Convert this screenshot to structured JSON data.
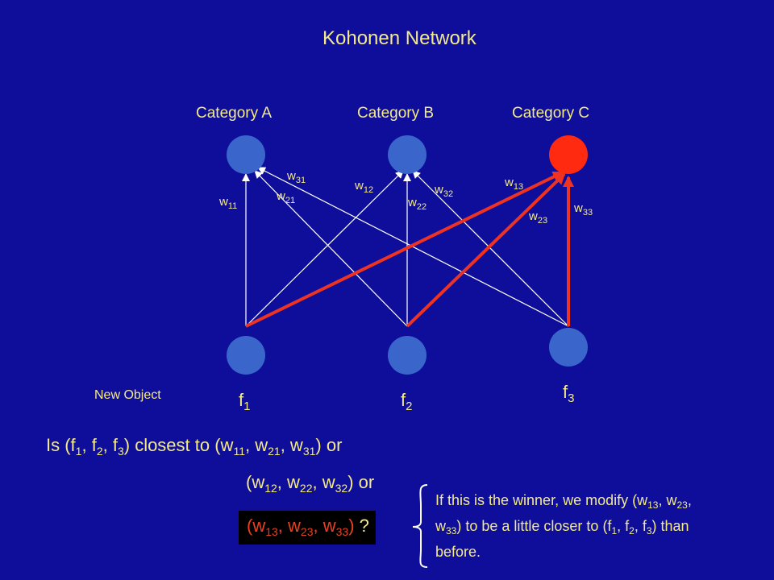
{
  "title": "Kohonen Network",
  "categories": [
    "Category A",
    "Category B",
    "Category C"
  ],
  "colors": {
    "background": "#0e0e9a",
    "node": "#3a66cc",
    "winner_node": "#ff2a10",
    "winner_edge": "#ee3322",
    "text": "#f4ea8c"
  },
  "weights": {
    "w11": {
      "base": "w",
      "sub": "11"
    },
    "w21": {
      "base": "w",
      "sub": "21"
    },
    "w31": {
      "base": "w",
      "sub": "31"
    },
    "w12": {
      "base": "w",
      "sub": "12"
    },
    "w22": {
      "base": "w",
      "sub": "22"
    },
    "w32": {
      "base": "w",
      "sub": "32"
    },
    "w13": {
      "base": "w",
      "sub": "13"
    },
    "w23": {
      "base": "w",
      "sub": "23"
    },
    "w33": {
      "base": "w",
      "sub": "33"
    }
  },
  "inputs": [
    {
      "base": "f",
      "sub": "1"
    },
    {
      "base": "f",
      "sub": "2"
    },
    {
      "base": "f",
      "sub": "3"
    }
  ],
  "new_object_label": "New Object",
  "question": {
    "line1": {
      "t0": "Is (f",
      "s1": "1",
      "t1": ", f",
      "s2": "2",
      "t2": ", f",
      "s3": "3",
      "t3": ") closest to (w",
      "s4": "11",
      "t4": ", w",
      "s5": "21",
      "t5": ", w",
      "s6": "31",
      "t6": ") or"
    },
    "line2": {
      "t0": "(w",
      "s1": "12",
      "t1": ", w",
      "s2": "22",
      "t2": ", w",
      "s3": "32",
      "t3": ") or"
    },
    "line3": {
      "t0": "(w",
      "s1": "13",
      "t1": ", w",
      "s2": "23",
      "t2": ", w",
      "s3": "33",
      "t3": ")",
      "qmark": " ?"
    }
  },
  "note": {
    "t0": "If this is the winner, we modify (w",
    "s1": "13",
    "t1": ", w",
    "s2": "23",
    "t2": ", w",
    "s3": "33",
    "t3": ") to be a little closer to (f",
    "s4": "1",
    "t4": ", f",
    "s5": "2",
    "t5": ", f",
    "s6": "3",
    "t6": ") than before."
  }
}
